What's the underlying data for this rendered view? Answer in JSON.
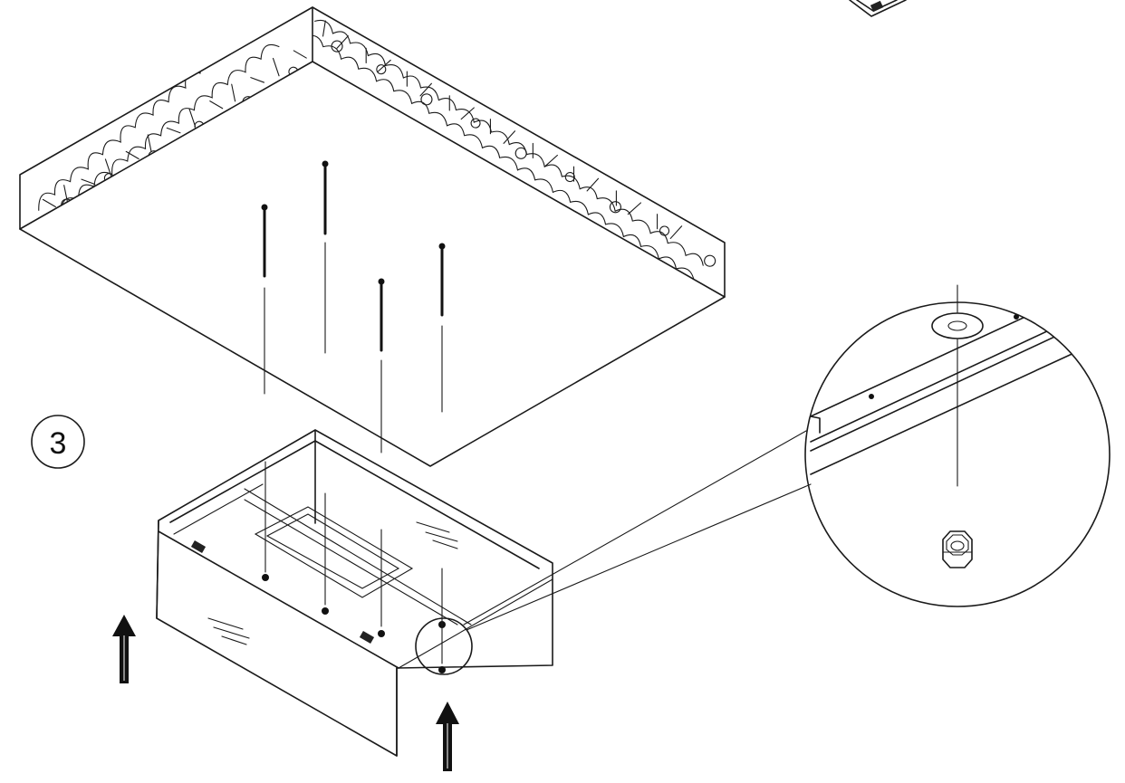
{
  "step": {
    "number": "3"
  },
  "figure": {
    "colors": {
      "line": "#1a1a1a",
      "background": "#ffffff"
    },
    "icons": [
      "ceiling-slab",
      "screw",
      "housing-box",
      "hex-nut",
      "up-arrow",
      "detail-magnifier"
    ]
  }
}
